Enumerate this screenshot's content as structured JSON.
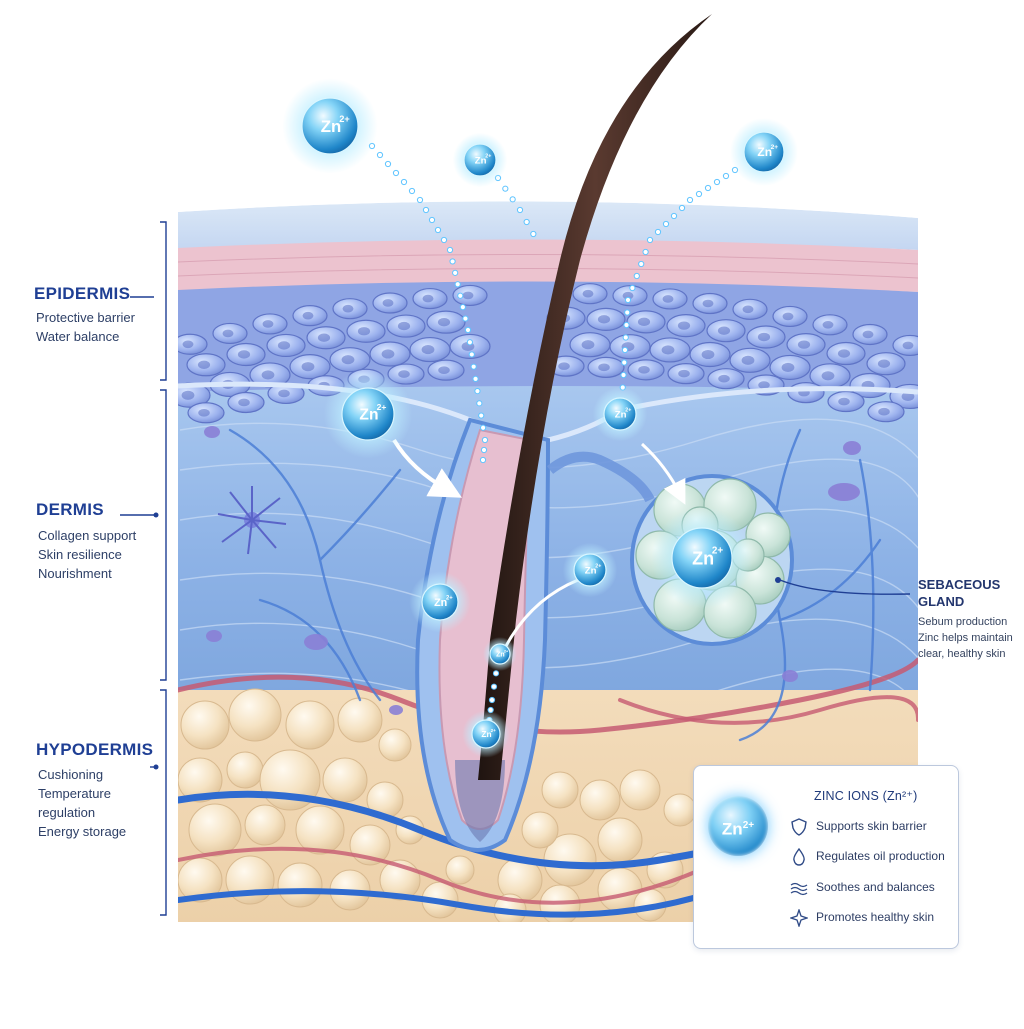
{
  "layers": {
    "epidermis": {
      "title": "EPIDERMIS",
      "lines": [
        "Protective barrier",
        "Water balance"
      ]
    },
    "dermis": {
      "title": "DERMIS",
      "lines": [
        "Collagen support",
        "Skin resilience",
        "Nourishment"
      ]
    },
    "hypodermis": {
      "title": "HYPODERMIS",
      "lines": [
        "Cushioning",
        "Temperature",
        "regulation",
        "Energy storage"
      ]
    }
  },
  "sebaceous": {
    "title_line1": "SEBACEOUS",
    "title_line2": "GLAND",
    "lines": [
      "Sebum production",
      "Zinc helps maintain",
      "clear, healthy skin"
    ]
  },
  "ion_symbol": "Zn",
  "ion_charge": "2+",
  "legend": {
    "title": "ZINC IONS (Zn²⁺)",
    "items": [
      {
        "icon": "shield-icon",
        "label": "Supports skin barrier"
      },
      {
        "icon": "droplet-icon",
        "label": "Regulates oil production"
      },
      {
        "icon": "waves-icon",
        "label": "Soothes and balances"
      },
      {
        "icon": "sparkle-icon",
        "label": "Promotes healthy skin"
      }
    ]
  },
  "colors": {
    "label_blue": "#1f3f94",
    "ion_glow": "#6fd3ff",
    "epidermis_pink": "#e9b9c9",
    "dermis_blue": "#8fb8e8",
    "fat_cream": "#f6e3c4",
    "hair": "#3a2520",
    "gland_green": "#cfe6dc"
  }
}
